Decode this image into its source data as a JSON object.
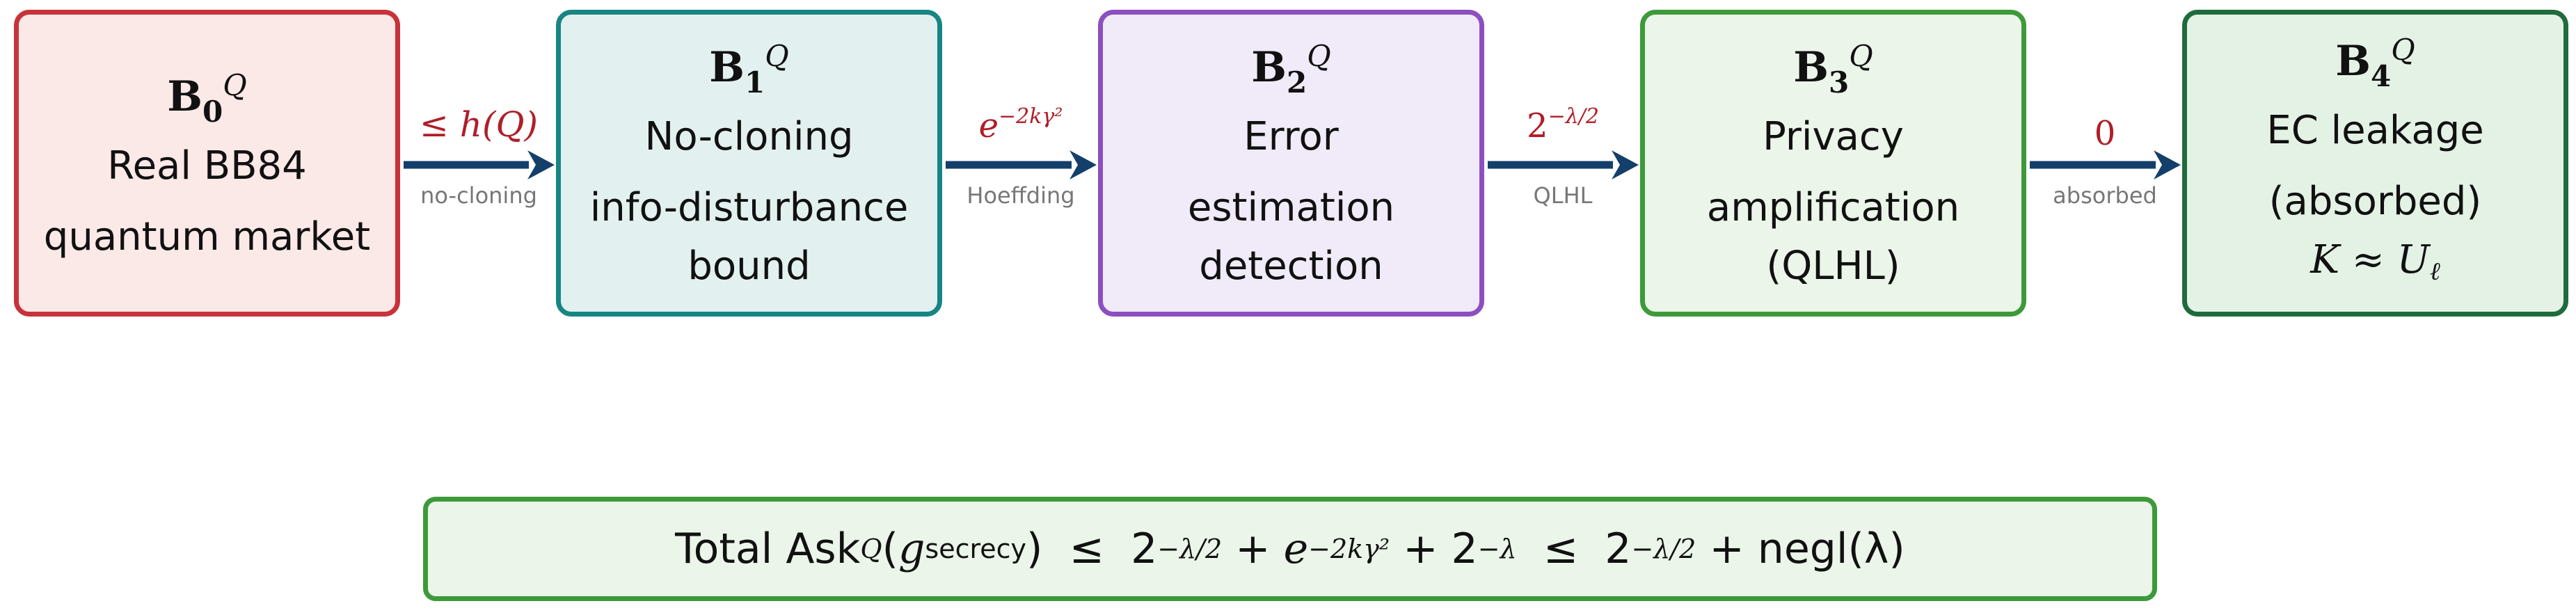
{
  "boxes": [
    {
      "title_main": "B",
      "title_sub": "0",
      "title_sup": "Q",
      "line1": "Real BB84",
      "line2": "quantum market",
      "line3": ""
    },
    {
      "title_main": "B",
      "title_sub": "1",
      "title_sup": "Q",
      "line1": "No-cloning",
      "line2": "info-disturbance",
      "line3": "bound"
    },
    {
      "title_main": "B",
      "title_sub": "2",
      "title_sup": "Q",
      "line1": "Error",
      "line2": "estimation",
      "line3": "detection"
    },
    {
      "title_main": "B",
      "title_sub": "3",
      "title_sup": "Q",
      "line1": "Privacy",
      "line2": "amplification",
      "line3": "(QLHL)"
    },
    {
      "title_main": "B",
      "title_sub": "4",
      "title_sup": "Q",
      "line1": "EC leakage",
      "line2": "(absorbed)",
      "line3_math": "K ≈ U",
      "line3_sub": "ℓ"
    }
  ],
  "edges": [
    {
      "top": "≤ h(Q)",
      "bottom": "no-cloning"
    },
    {
      "top_base": "e",
      "top_sup": "−2kγ²",
      "bottom": "Hoeffding"
    },
    {
      "top_base": "2",
      "top_sup": "−λ/2",
      "bottom": "QLHL"
    },
    {
      "top": "0",
      "bottom": "absorbed"
    }
  ],
  "total": {
    "prefix": "Total Ask",
    "prefix_sup": "Q",
    "paren_open": "(",
    "g": "g",
    "g_sub": "secrecy",
    "paren_close": ")",
    "le1": "≤",
    "t1_base": "2",
    "t1_sup": "−λ/2",
    "plus1": "+",
    "t2_base": "e",
    "t2_sup": "−2kγ²",
    "plus2": "+",
    "t3_base": "2",
    "t3_sup": "−λ",
    "le2": "≤",
    "t4_base": "2",
    "t4_sup": "−λ/2",
    "plus3": "+",
    "negl": "negl(λ)"
  },
  "colors": {
    "arrow": "#143f6b",
    "edge_label": "#b01e28",
    "edge_caption": "#777777"
  }
}
